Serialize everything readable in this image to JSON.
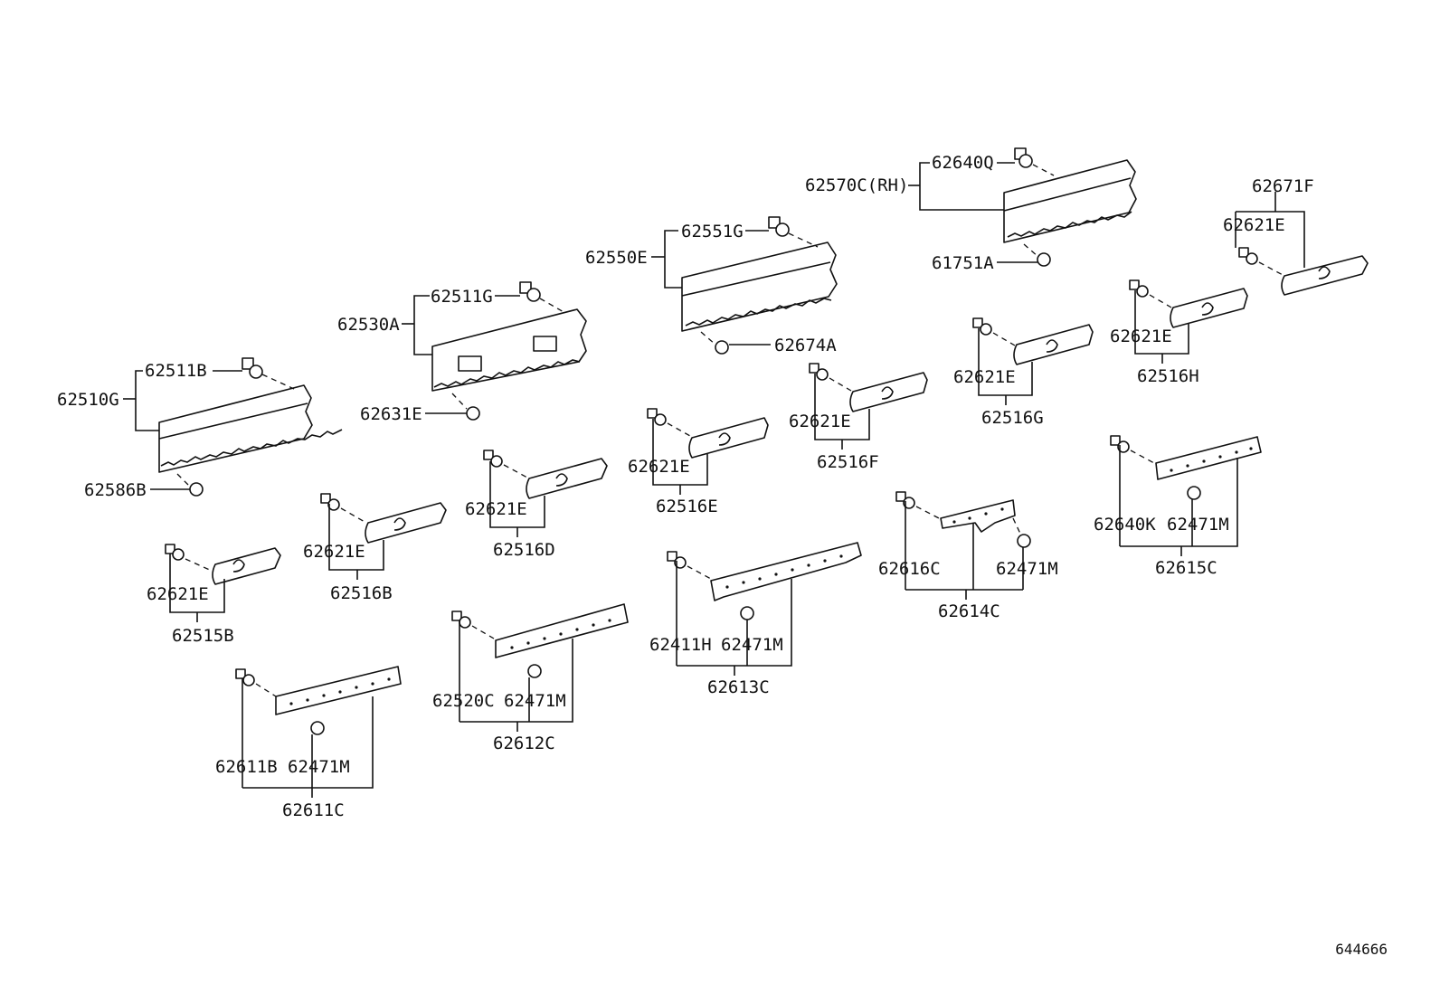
{
  "labels": {
    "p62510G": "62510G",
    "p62511B": "62511B",
    "p62586B": "62586B",
    "p62530A": "62530A",
    "p62511G": "62511G",
    "p62631E": "62631E",
    "p62550E": "62550E",
    "p62551G": "62551G",
    "p62674A": "62674A",
    "p62570C": "62570C(RH)",
    "p62640Q": "62640Q",
    "p61751A": "61751A",
    "p62671F": "62671F",
    "p62621E_top": "62621E",
    "p62621E_515B": "62621E",
    "p62515B": "62515B",
    "p62621E_516B": "62621E",
    "p62516B": "62516B",
    "p62621E_516D": "62621E",
    "p62516D": "62516D",
    "p62621E_516E": "62621E",
    "p62516E": "62516E",
    "p62621E_516F": "62621E",
    "p62516F": "62516F",
    "p62621E_516G": "62621E",
    "p62516G": "62516G",
    "p62621E_516H": "62621E",
    "p62516H": "62516H",
    "p62611B": "62611B",
    "p62471M_611": "62471M",
    "p62611C": "62611C",
    "p62520C": "62520C",
    "p62471M_612": "62471M",
    "p62612C": "62612C",
    "p62411H": "62411H",
    "p62471M_613": "62471M",
    "p62613C": "62613C",
    "p62616C": "62616C",
    "p62471M_614": "62471M",
    "p62614C": "62614C",
    "p62640K": "62640K",
    "p62471M_615": "62471M",
    "p62615C": "62615C"
  },
  "reference_number": "644666"
}
